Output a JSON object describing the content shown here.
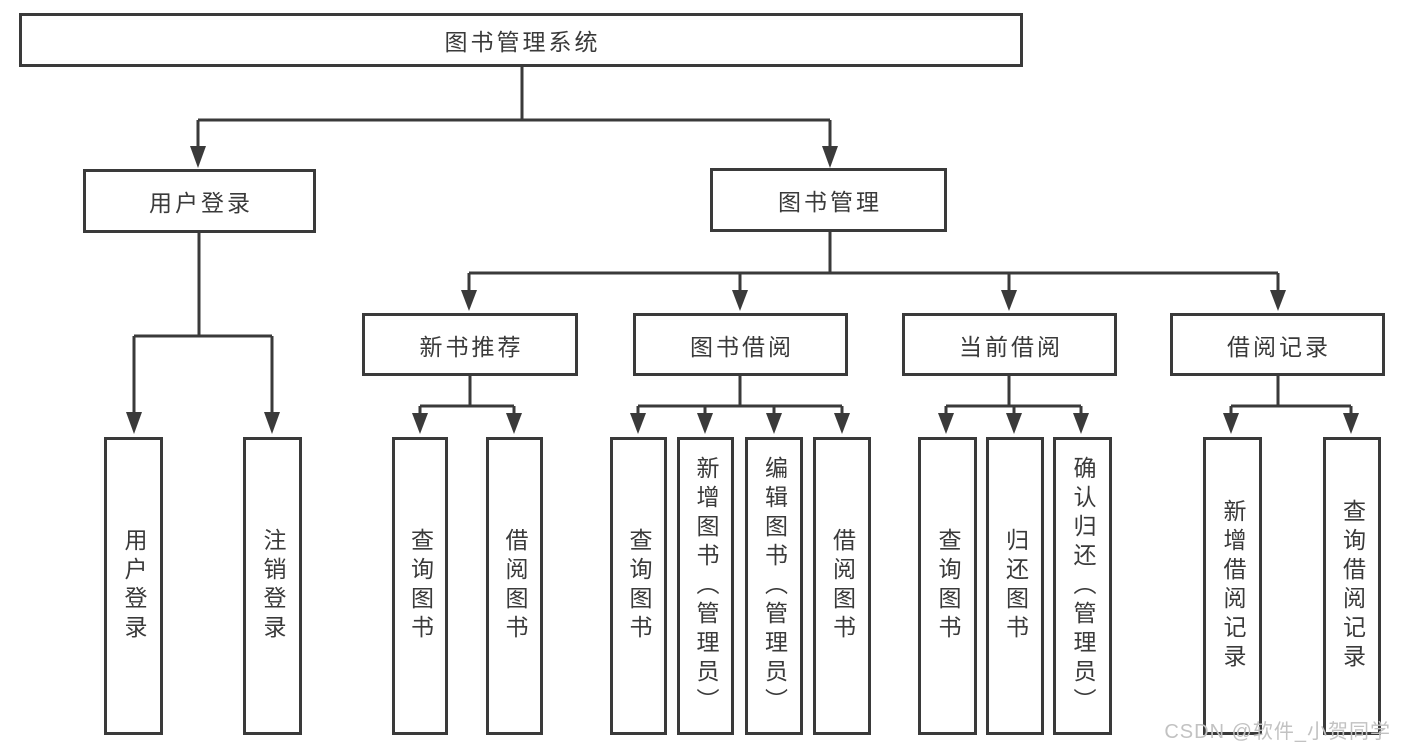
{
  "tree": {
    "root": "图书管理系统",
    "branches": [
      {
        "label": "用户登录",
        "children": [
          "用户登录",
          "注销登录"
        ]
      },
      {
        "label": "图书管理",
        "sections": [
          {
            "label": "新书推荐",
            "children": [
              "查询图书",
              "借阅图书"
            ]
          },
          {
            "label": "图书借阅",
            "children": [
              "查询图书",
              "新增图书（管理员）",
              "编辑图书（管理员）",
              "借阅图书"
            ]
          },
          {
            "label": "当前借阅",
            "children": [
              "查询图书",
              "归还图书",
              "确认归还（管理员）"
            ]
          },
          {
            "label": "借阅记录",
            "children": [
              "新增借阅记录",
              "查询借阅记录"
            ]
          }
        ]
      }
    ]
  },
  "watermark": "CSDN @软件_小贺同学",
  "colors": {
    "line": "#3a3a3a",
    "text": "#3a3a3a",
    "watermark": "#c2c2c2",
    "background": "#ffffff"
  }
}
